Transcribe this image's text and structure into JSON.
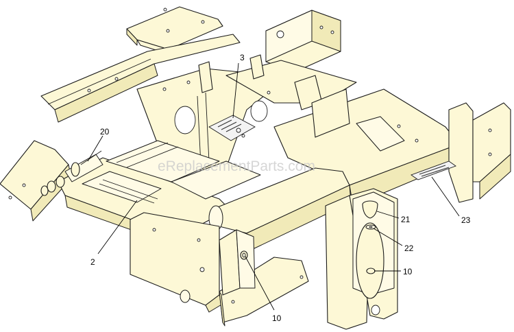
{
  "watermark": "eReplacementParts.com",
  "callouts": {
    "c2": "2",
    "c3": "3",
    "c10a": "10",
    "c10b": "10",
    "c20": "20",
    "c21": "21",
    "c22": "22",
    "c23": "23"
  },
  "colors": {
    "part_fill": "#fdf8d6",
    "line": "#1a1a1a",
    "watermark": "#c9c9c9"
  }
}
